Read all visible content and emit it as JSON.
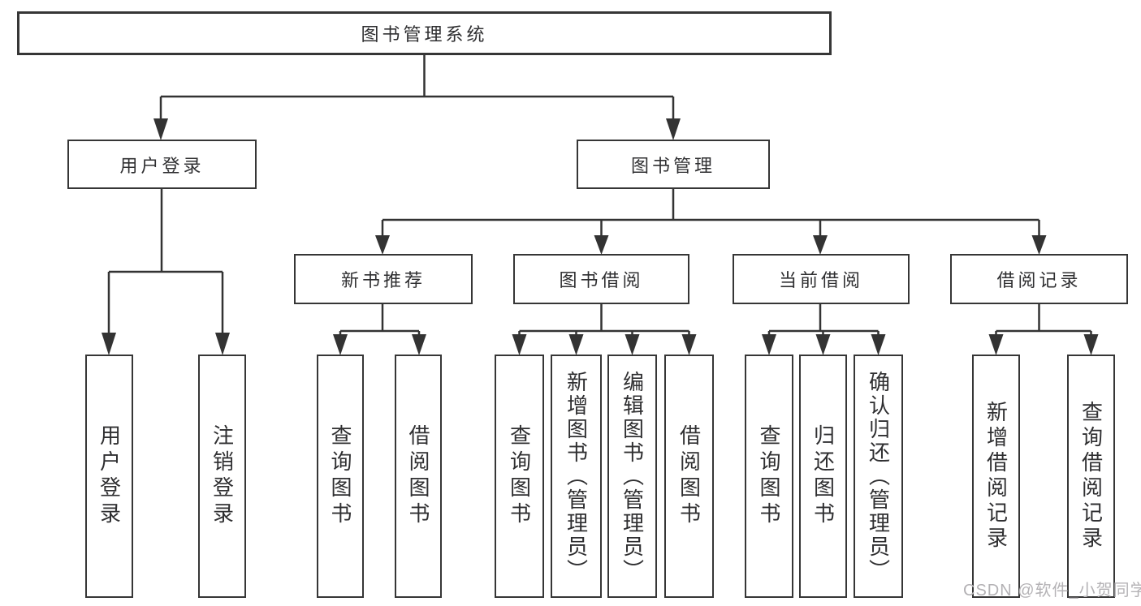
{
  "diagram": {
    "root": {
      "label": "图书管理系统"
    },
    "level1": [
      {
        "label": "用户登录"
      },
      {
        "label": "图书管理"
      }
    ],
    "level2": [
      {
        "parent": "图书管理",
        "label": "新书推荐"
      },
      {
        "parent": "图书管理",
        "label": "图书借阅"
      },
      {
        "parent": "图书管理",
        "label": "当前借阅"
      },
      {
        "parent": "图书管理",
        "label": "借阅记录"
      }
    ],
    "leaves": [
      {
        "parent": "用户登录",
        "label": "用户登录"
      },
      {
        "parent": "用户登录",
        "label": "注销登录"
      },
      {
        "parent": "新书推荐",
        "label": "查询图书"
      },
      {
        "parent": "新书推荐",
        "label": "借阅图书"
      },
      {
        "parent": "图书借阅",
        "label": "查询图书"
      },
      {
        "parent": "图书借阅",
        "label": "新增图书（管理员）"
      },
      {
        "parent": "图书借阅",
        "label": "编辑图书（管理员）"
      },
      {
        "parent": "图书借阅",
        "label": "借阅图书"
      },
      {
        "parent": "当前借阅",
        "label": "查询图书"
      },
      {
        "parent": "当前借阅",
        "label": "归还图书"
      },
      {
        "parent": "当前借阅",
        "label": "确认归还（管理员）"
      },
      {
        "parent": "借阅记录",
        "label": "新增借阅记录"
      },
      {
        "parent": "借阅记录",
        "label": "查询借阅记录"
      }
    ]
  },
  "watermark": {
    "text": "CSDN @软件_小贺同学"
  },
  "colors": {
    "background": "#ffffff",
    "line": "#333333",
    "box_border": "#363636",
    "text": "#2f2f31",
    "watermark": "#b4b2b5"
  }
}
